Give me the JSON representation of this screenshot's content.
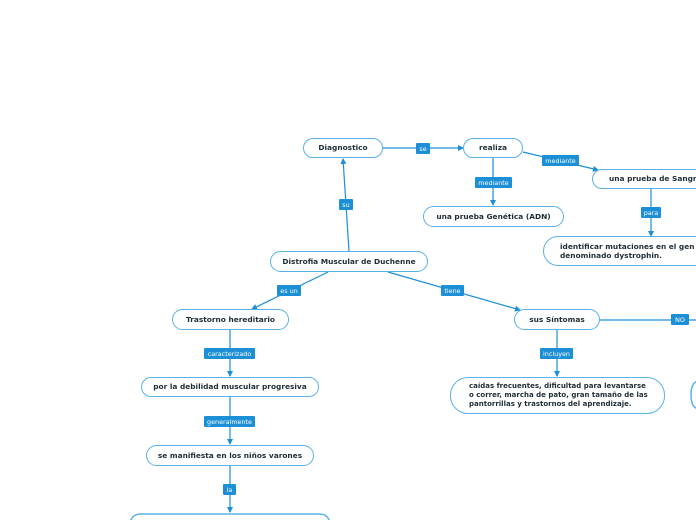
{
  "colors": {
    "line": "#1d8fd6",
    "node_border": "#5bb2e6",
    "label_bg": "#1d8fd6",
    "text": "#1f2d36"
  },
  "nodes": {
    "root": "Distrofia Muscular de Duchenne",
    "diagnostico": "Diagnostico",
    "realiza": "realiza",
    "prueba_adn": "una prueba Genética (ADN)",
    "prueba_sangre": "una prueba de Sangre",
    "identificar": "identificar mutaciones en el gen denominado dystrophin.",
    "trastorno": "Trastorno hereditario",
    "debilidad": "por la debilidad muscular progresiva",
    "ninos": "se manifiesta en los niños varones",
    "sintomas": "sus Síntomas",
    "caidas": "caídas frecuentes, dificultad para levantarse o correr, marcha de pato, gran tamaño de las pantorrillas y trastornos del aprendizaje."
  },
  "links": {
    "su": "su",
    "se": "se",
    "mediante_1": "mediante",
    "mediante_2": "mediante",
    "para": "para",
    "es_un": "es un",
    "tiene": "tiene",
    "caracterizado": "caracterizado",
    "generalmente": "generalmente",
    "la": "la",
    "incluyen": "incluyen",
    "no": "NO"
  }
}
